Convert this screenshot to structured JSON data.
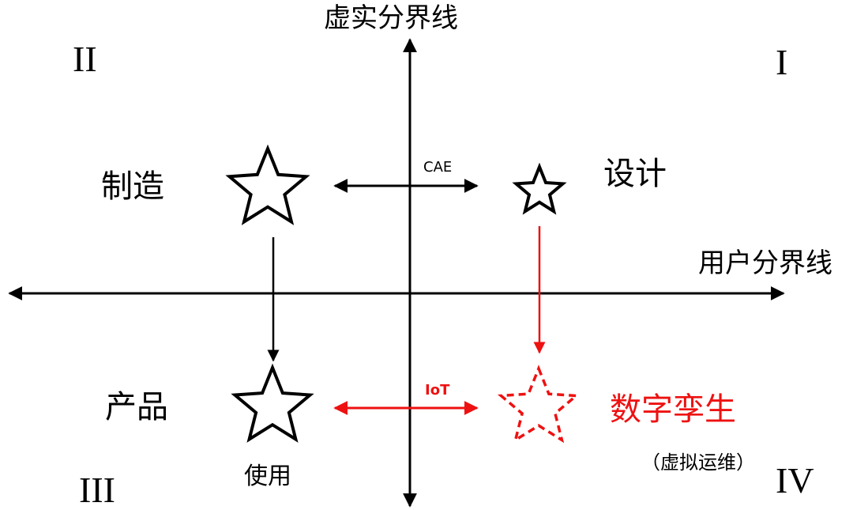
{
  "axes": {
    "vertical_title": "虚实分界线",
    "horizontal_title": "用户分界线"
  },
  "quadrants": {
    "q1": "I",
    "q2": "II",
    "q3": "III",
    "q4": "IV"
  },
  "nodes": {
    "manufacturing": "制造",
    "design": "设计",
    "product": "产品",
    "use": "使用",
    "digital_twin": "数字孪生",
    "digital_twin_note": "（虚拟运维）"
  },
  "links": {
    "cae": "CAE",
    "iot": "IoT"
  },
  "colors": {
    "axis": "#000000",
    "highlight": "#ee1111"
  }
}
